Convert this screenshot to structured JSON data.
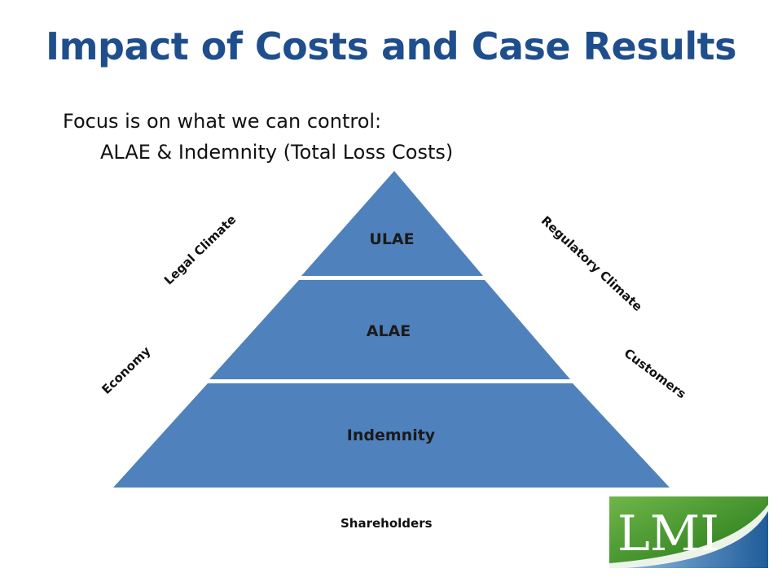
{
  "title": "Impact of Costs and Case Results",
  "intro": {
    "line1": "Focus is on what we can control:",
    "line2": "ALAE & Indemnity (Total Loss Costs)"
  },
  "pyramid": {
    "fill_color": "#4f81bd",
    "tiers": [
      {
        "label": "ULAE"
      },
      {
        "label": "ALAE"
      },
      {
        "label": "Indemnity"
      }
    ]
  },
  "influences": {
    "legal": "Legal Climate",
    "regulatory": "Regulatory Climate",
    "economy": "Economy",
    "customers": "Customers",
    "shareholders": "Shareholders"
  },
  "logo": {
    "text": "LMI",
    "colors": {
      "green": "#4a9a2a",
      "blue": "#1f5c99"
    }
  }
}
